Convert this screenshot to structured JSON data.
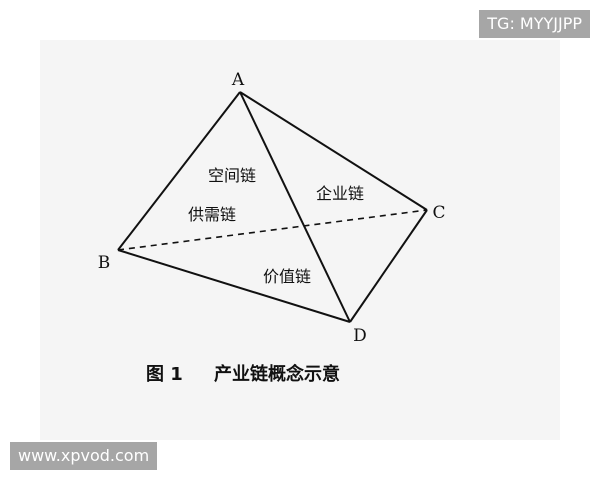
{
  "diagram": {
    "vertices": {
      "a": "A",
      "b": "B",
      "c": "C",
      "d": "D"
    },
    "faces": {
      "spatial_chain": "空间链",
      "enterprise_chain": "企业链",
      "supply_demand_chain": "供需链",
      "value_chain": "价值链"
    },
    "caption": {
      "number": "图 1",
      "title": "产业链概念示意"
    }
  },
  "watermarks": {
    "top_right": "TG: MYYJJPP",
    "bottom_left": "www.xpvod.com"
  },
  "colors": {
    "line": "#111111",
    "figure_background": "#f5f5f5",
    "watermark_background": "#969696"
  }
}
